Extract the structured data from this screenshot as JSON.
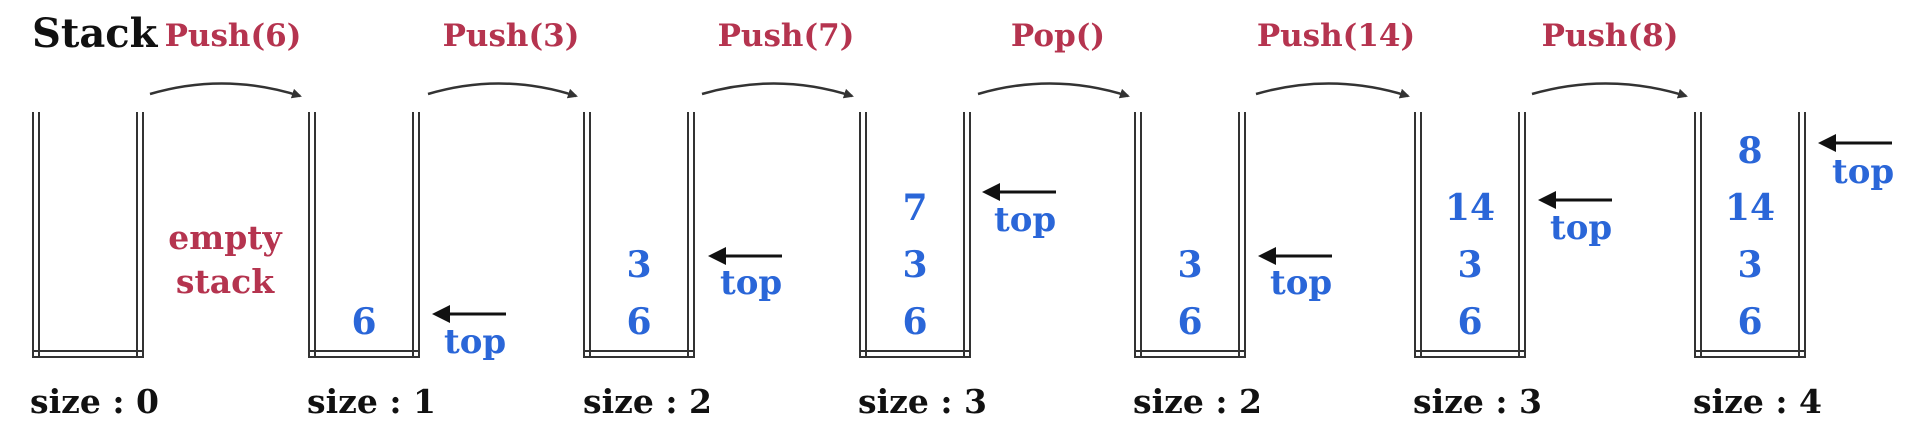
{
  "title": "Stack",
  "operations": [
    "Push(6)",
    "Push(3)",
    "Push(7)",
    "Pop()",
    "Push(14)",
    "Push(8)"
  ],
  "empty_label": [
    "empty",
    "stack"
  ],
  "top_label": "top",
  "stacks": [
    {
      "values": [],
      "size_label": "size : 0"
    },
    {
      "values": [
        "6"
      ],
      "size_label": "size : 1"
    },
    {
      "values": [
        "3",
        "6"
      ],
      "size_label": "size : 2"
    },
    {
      "values": [
        "7",
        "3",
        "6"
      ],
      "size_label": "size : 3"
    },
    {
      "values": [
        "3",
        "6"
      ],
      "size_label": "size : 2"
    },
    {
      "values": [
        "14",
        "3",
        "6"
      ],
      "size_label": "size : 3"
    },
    {
      "values": [
        "8",
        "14",
        "3",
        "6"
      ],
      "size_label": "size : 4"
    }
  ],
  "colors": {
    "operation": "#b5344f",
    "value": "#2a66d8",
    "outline": "#333333"
  }
}
